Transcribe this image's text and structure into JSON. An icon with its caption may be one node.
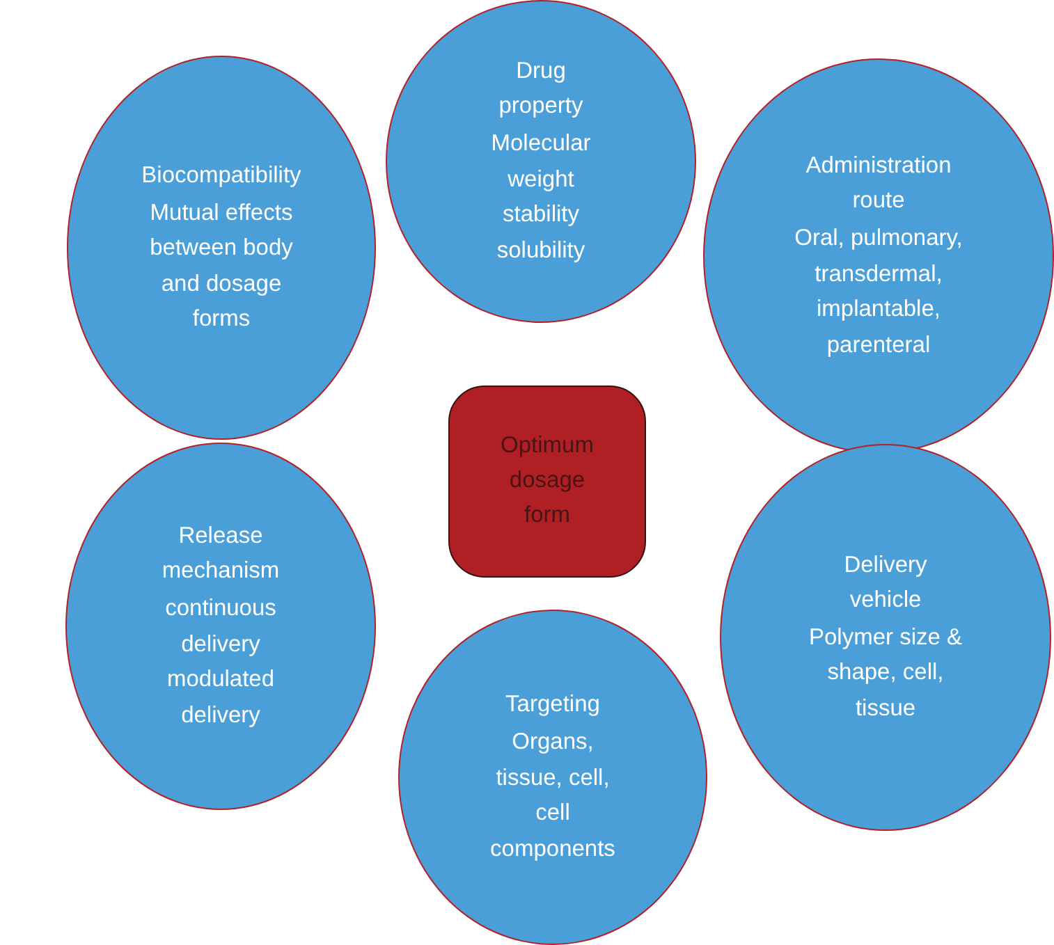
{
  "diagram": {
    "nodes": [
      {
        "text": [
          "Drug property",
          "Molecular weight stability solubility"
        ]
      },
      {
        "text": [
          "Biocompatibility",
          "Mutual effects between body and dosage forms"
        ]
      },
      {
        "text": [
          "Administration route",
          "Oral, pulmonary, transdermal, implantable, parenteral"
        ]
      },
      {
        "text": [
          "Optimum dosage form"
        ]
      },
      {
        "text": [
          "Release mechanism",
          "continuous delivery modulated delivery"
        ]
      },
      {
        "text": [
          "Delivery vehicle",
          "Polymer size & shape, cell, tissue"
        ]
      },
      {
        "text": [
          "Targeting",
          "Organs, tissue, cell, cell components"
        ]
      }
    ]
  }
}
